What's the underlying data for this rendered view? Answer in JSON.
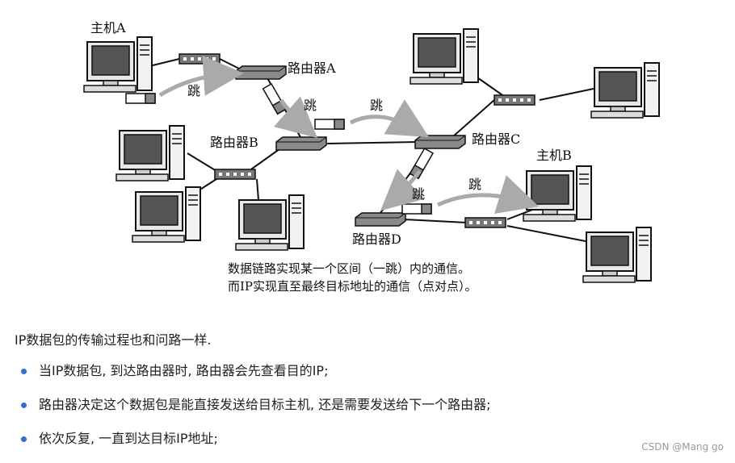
{
  "diagram": {
    "labels": {
      "host_a": "主机A",
      "host_b": "主机B",
      "router_a": "路由器A",
      "router_b": "路由器B",
      "router_c": "路由器C",
      "router_d": "路由器D"
    },
    "hop_label": "跳",
    "caption_line1": "数据链路实现某一个区间（一跳）内的通信。",
    "caption_line2": "而IP实现直至最终目标地址的通信（点对点）。"
  },
  "text": {
    "intro": "IP数据包的传输过程也和问路一样.",
    "steps": [
      "当IP数据包, 到达路由器时, 路由器会先查看目的IP;",
      "路由器决定这个数据包是能直接发送给目标主机, 还是需要发送给下一个路由器;",
      "依次反复, 一直到达目标IP地址;"
    ]
  },
  "watermark": "CSDN @Mang go"
}
